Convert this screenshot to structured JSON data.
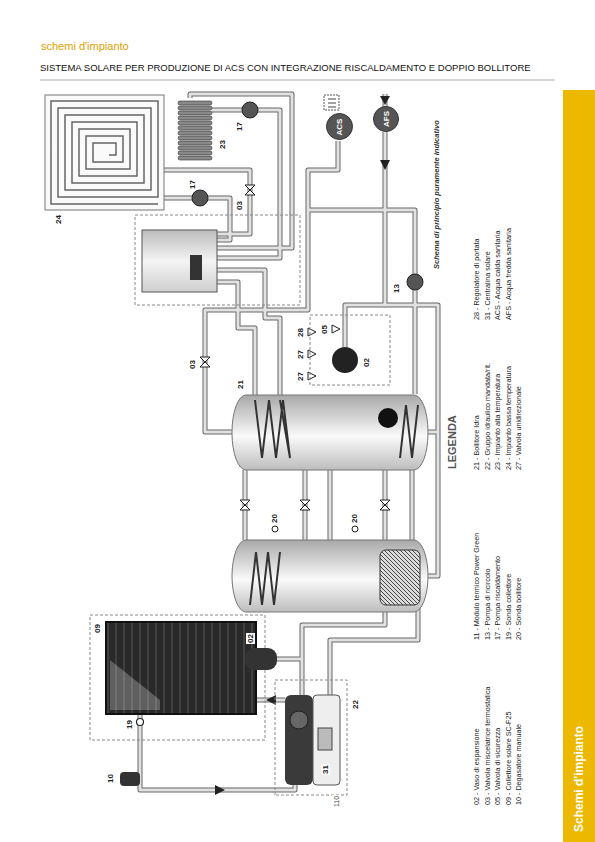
{
  "diagram": {
    "title": "SISTEMA SOLARE PER PRODUZIONE DI ACS CON INTEGRAZIONE RISCALDAMENTO E DOPPIO BOLLITORE",
    "nodes": [
      {
        "text": [
          "ACS"
        ]
      },
      {
        "text": [
          "AFS"
        ]
      },
      {
        "text": [
          "Schemi d'impianto"
        ]
      }
    ],
    "labels": [
      "schemi d'impianto",
      "10",
      "19",
      "09",
      "02",
      "31",
      "22",
      "20",
      "20",
      "21",
      "03",
      "27",
      "27",
      "28",
      "05",
      "02",
      "13",
      "03",
      "17",
      "17",
      "23",
      "24",
      "LEGENDA",
      "Schema di principio puramente indicativo",
      "110"
    ],
    "legend": [
      {
        "text": "02 - Vaso di espansione"
      },
      {
        "text": "03 - Valvola miscelatrice termostatica"
      },
      {
        "text": "05 - Valvola di sicurezza"
      },
      {
        "text": "09 - Collettore solare SC-F25"
      },
      {
        "text": "10 - Degasatore manuale"
      },
      {
        "text": "11 - Modulo termico Power Green"
      },
      {
        "text": "13 - Pompa di ricircolo"
      },
      {
        "text": "17 - Pompa riscaldamento"
      },
      {
        "text": "19 - Sonda collettore"
      },
      {
        "text": "20 - Sonda bollitore"
      },
      {
        "text": "21 - Bollitore Idra"
      },
      {
        "text": "22 - Gruppo idraulico mandata/rit."
      },
      {
        "text": "23 - Impianto alta temperatura"
      },
      {
        "text": "24 - Impianto bassa temperatura"
      },
      {
        "text": "27 - Valvola unidirezionale"
      },
      {
        "text": "28 - Regolatore di portata"
      },
      {
        "text": "31 - Centralina solare"
      },
      {
        "text": "ACS - Acqua calda sanitaria"
      },
      {
        "text": "AFS - Acqua fredda sanitaria"
      }
    ]
  }
}
